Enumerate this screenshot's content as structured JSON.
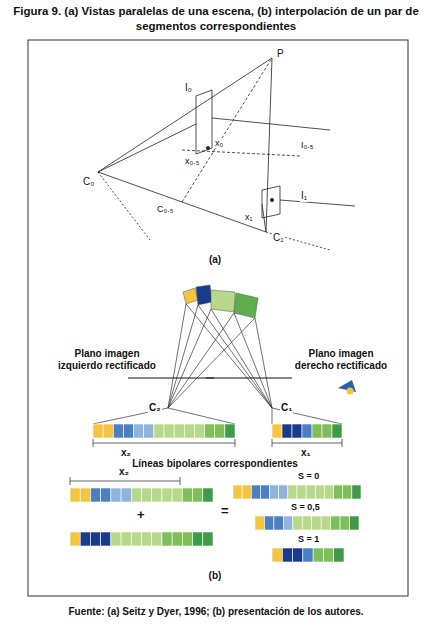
{
  "diagram": {
    "title": "Figura 9. (a) Vistas paralelas de una escena, (b) interpolación de un par de segmentos correspondientes",
    "caption": "Fuente: (a) Seitz y Dyer, 1996; (b) presentación de los autores.",
    "labels": [
      "P",
      "I₀",
      "x₀",
      "I₀.₅",
      "x₀.₅",
      "C₀",
      "C₀.₅",
      "I₁",
      "x₁",
      "C₁",
      "(a)",
      "Plano imagen izquierdo rectificado",
      "Plano imagen derecho rectificado",
      "C₂",
      "C₁",
      "x₂",
      "x₁",
      "Líneas bipolares correspondientes",
      "x₂",
      "+",
      "=",
      "S = 0",
      "S = 0,5",
      "S = 1",
      "(b)"
    ]
  }
}
